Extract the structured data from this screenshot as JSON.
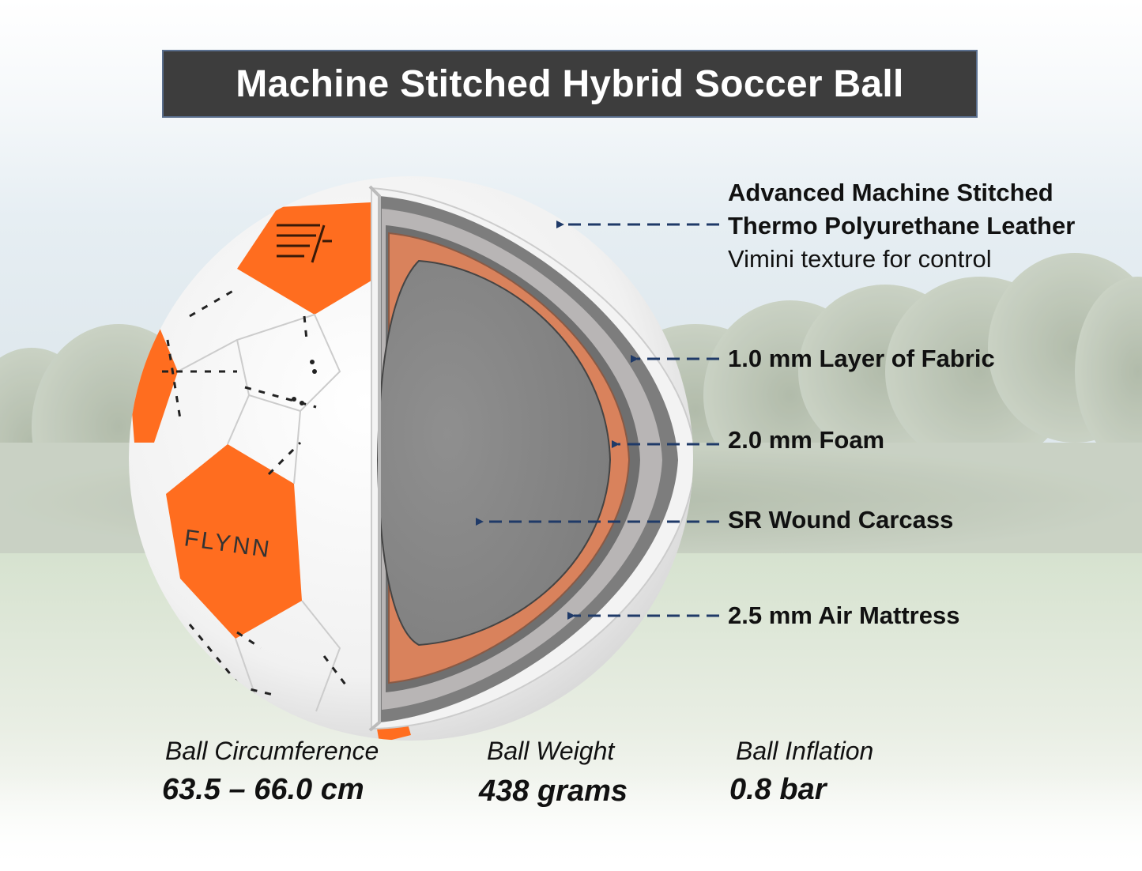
{
  "title": "Machine Stitched Hybrid Soccer Ball",
  "ball_brand": "FLYNN",
  "colors": {
    "title_bg": "#3d3d3d",
    "ball_orange": "#ff6d1f",
    "foam": "#d9825c",
    "arrow": "#1f3a68"
  },
  "layers": [
    {
      "title_line1": "Advanced Machine Stitched",
      "title_line2": "Thermo Polyurethane Leather",
      "subtitle": "Vimini texture for control"
    },
    {
      "label": "1.0 mm Layer of Fabric"
    },
    {
      "label": "2.0 mm Foam"
    },
    {
      "label": "SR Wound Carcass"
    },
    {
      "label": "2.5 mm Air Mattress"
    }
  ],
  "specs": [
    {
      "label": "Ball Circumference",
      "value": "63.5 – 66.0 cm"
    },
    {
      "label": "Ball Weight",
      "value": "438 grams"
    },
    {
      "label": "Ball Inflation",
      "value": "0.8 bar"
    }
  ]
}
